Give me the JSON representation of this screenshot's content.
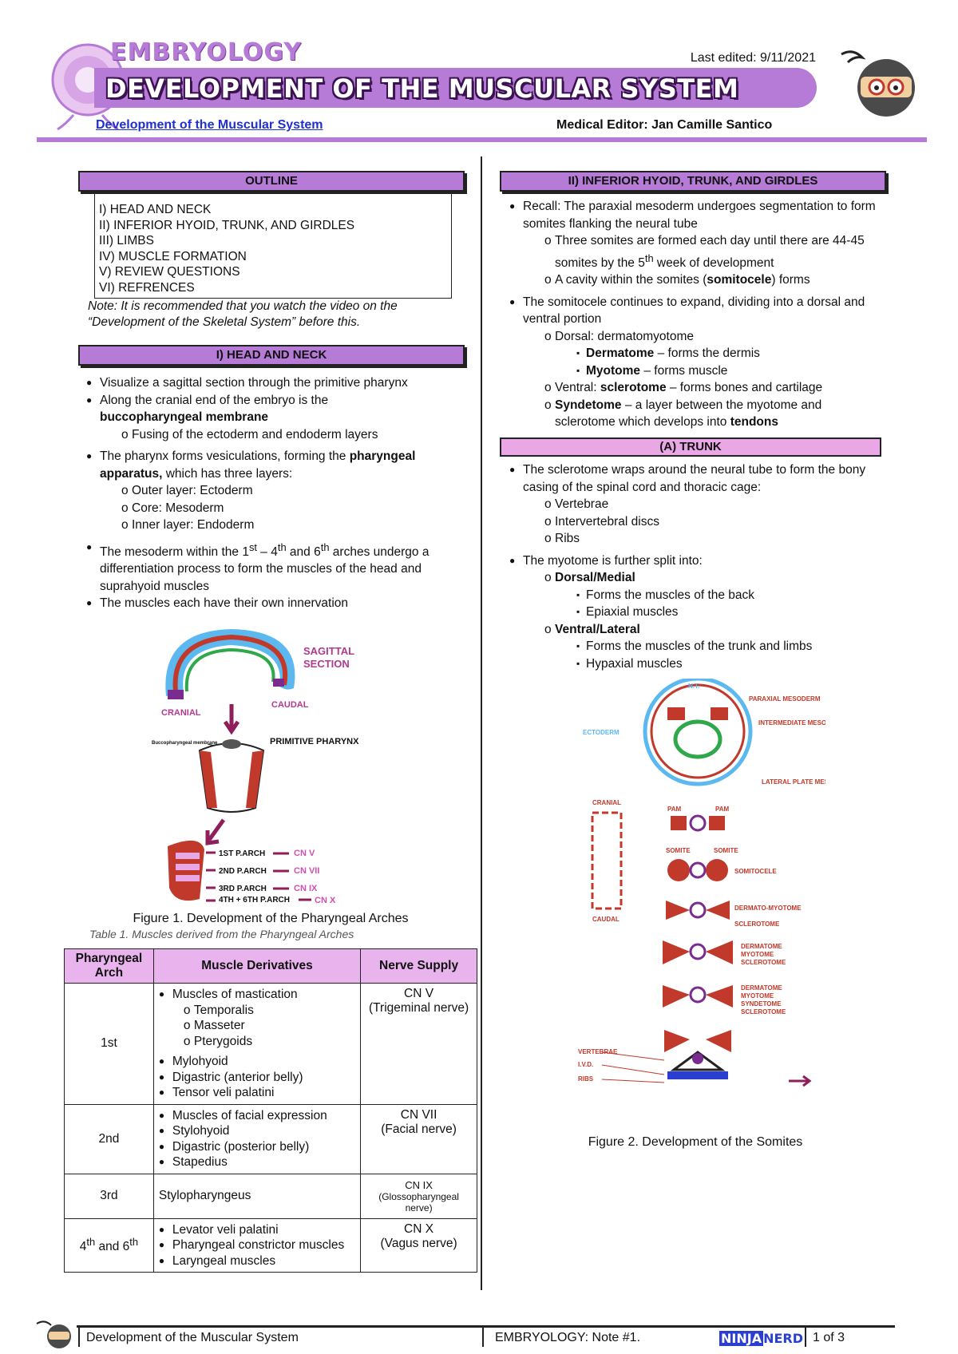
{
  "header": {
    "brand": "EMBRYOLOGY",
    "title": "DEVELOPMENT OF THE MUSCULAR SYSTEM",
    "last_edited": "Last edited: 9/11/2021",
    "subtitle_link": "Development of the Muscular System",
    "editor": "Medical Editor: Jan Camille Santico"
  },
  "outline": {
    "heading": "OUTLINE",
    "items": [
      "I) HEAD AND NECK",
      "II) INFERIOR HYOID, TRUNK, AND GIRDLES",
      "III) LIMBS",
      "IV) MUSCLE FORMATION",
      "V) REVIEW QUESTIONS",
      "VI) REFRENCES"
    ],
    "note": "Note: It is recommended that you watch the video on the “Development of the Skeletal System” before this."
  },
  "section1": {
    "heading": "I) HEAD AND NECK",
    "b1": "Visualize a sagittal section through the primitive pharynx",
    "b2": "Along the cranial end of the embryo is the",
    "b2_bold": "buccopharyngeal membrane",
    "b2_sub": "Fusing of the ectoderm and endoderm layers",
    "b3_pre": "The pharynx forms vesiculations, forming the ",
    "b3_bold1": "pharyngeal",
    "b3_bold2": "apparatus,",
    "b3_post": " which has three layers:",
    "b3_subs": [
      "Outer layer: Ectoderm",
      "Core: Mesoderm",
      "Inner layer: Endoderm"
    ],
    "b4_a": "The mesoderm within the 1",
    "b4_sup1": "st",
    "b4_b": " – 4",
    "b4_sup2": "th",
    "b4_c": " and 6",
    "b4_sup3": "th",
    "b4_d": " arches undergo a differentiation process to form the muscles of the head and suprahyoid muscles",
    "b5": "The muscles each have their own innervation"
  },
  "figure1": {
    "caption": "Figure 1. Development of the Pharyngeal Arches",
    "labels": {
      "sagittal": "SAGITTAL",
      "section": "SECTION",
      "cranial": "CRANIAL",
      "caudal": "CAUDAL",
      "primitive": "PRIMITIVE PHARYNX",
      "membrane": "Buccopharyngeal membrane",
      "arch1": "1ST P.ARCH",
      "arch2": "2ND P.ARCH",
      "arch3": "3RD P.ARCH",
      "arch46": "4TH + 6TH P.ARCH",
      "cn1": "CN V",
      "cn2": "CN VII",
      "cn3": "CN IX",
      "cn4": "CN X"
    }
  },
  "table1": {
    "caption": "Table 1. Muscles derived from the Pharyngeal Arches",
    "headers": [
      "Pharyngeal Arch",
      "Muscle Derivatives",
      "Nerve Supply"
    ],
    "r1": {
      "arch": "1st",
      "m1": "Muscles of mastication",
      "m1_subs": [
        "Temporalis",
        "Masseter",
        "Pterygoids"
      ],
      "m2": "Mylohyoid",
      "m3": "Digastric (anterior belly)",
      "m4": "Tensor veli palatini",
      "nerve1": "CN V",
      "nerve2": "(Trigeminal nerve)"
    },
    "r2": {
      "arch": "2nd",
      "muscles": [
        "Muscles of facial expression",
        "Stylohyoid",
        "Digastric (posterior belly)",
        "Stapedius"
      ],
      "nerve1": "CN VII",
      "nerve2": "(Facial nerve)"
    },
    "r3": {
      "arch": "3rd",
      "muscle": "Stylopharyngeus",
      "nerve1": "CN IX",
      "nerve2": "(Glossopharyngeal nerve)"
    },
    "r4": {
      "arch_a": "4",
      "arch_sup1": "th",
      "arch_b": " and 6",
      "arch_sup2": "th",
      "muscles": [
        "Levator veli palatini",
        "Pharyngeal constrictor muscles",
        "Laryngeal muscles"
      ],
      "nerve1": "CN X",
      "nerve2": "(Vagus nerve)"
    }
  },
  "section2": {
    "heading": "II) INFERIOR HYOID, TRUNK, AND GIRDLES",
    "b1": "Recall: The paraxial mesoderm undergoes segmentation to form somites flanking the neural tube",
    "b1_s1_a": "Three somites are formed each day until there are 44-45 somites by the 5",
    "b1_s1_sup": "th",
    "b1_s1_b": " week of development",
    "b1_s2_a": "A cavity within the somites (",
    "b1_s2_bold": "somitocele",
    "b1_s2_b": ") forms",
    "b2": "The somitocele continues to expand, dividing into a dorsal and ventral portion",
    "b2_s1": "Dorsal: dermatomyotome",
    "b2_s1_1_bold": "Dermatome",
    "b2_s1_1_rest": " – forms the dermis",
    "b2_s1_2_bold": "Myotome",
    "b2_s1_2_rest": " – forms muscle",
    "b2_s2_a": "Ventral: ",
    "b2_s2_bold": "sclerotome",
    "b2_s2_b": " – forms bones and cartilage",
    "b2_s3_bold": "Syndetome",
    "b2_s3_a": " – a layer between the myotome and sclerotome which develops into ",
    "b2_s3_bold2": "tendons"
  },
  "trunk": {
    "heading": "(A)  TRUNK",
    "b1": "The sclerotome wraps around the neural tube to form the bony casing of the spinal cord and thoracic cage:",
    "b1_subs": [
      "Vertebrae",
      "Intervertebral discs",
      "Ribs"
    ],
    "b2": "The myotome is further split into:",
    "dorsal": "Dorsal/Medial",
    "dorsal_subs": [
      "Forms the muscles of the back",
      "Epiaxial muscles"
    ],
    "ventral": "Ventral/Lateral",
    "ventral_subs": [
      "Forms the muscles of the trunk and limbs",
      "Hypaxial muscles"
    ]
  },
  "figure2": {
    "caption": "Figure 2. Development of the Somites",
    "labels": {
      "nt": "N.T.",
      "paraxial": "PARAXIAL MESODERM",
      "intermediate": "INTERMEDIATE MESO.",
      "ectoderm": "ECTODERM",
      "lateral": "LATERAL PLATE MESO.",
      "cranial": "CRANIAL",
      "caudal": "CAUDAL",
      "pam": "PAM",
      "somite": "SOMITE",
      "somitocele": "SOMITOCELE",
      "dermatomyotome": "DERMATO-MYOTOME",
      "sclerotome": "SCLEROTOME",
      "dermatome": "DERMATOME",
      "myotome": "MYOTOME",
      "syndetome": "SYNDETOME",
      "vertebrae": "VERTEBRAE",
      "ivd": "I.V.D.",
      "ribs": "RIBS"
    }
  },
  "footer": {
    "left": "Development of the Muscular System",
    "middle": "EMBRYOLOGY: Note #1.",
    "logo_a": "NINJA",
    "logo_b": "NERD",
    "page": "1 of 3"
  }
}
